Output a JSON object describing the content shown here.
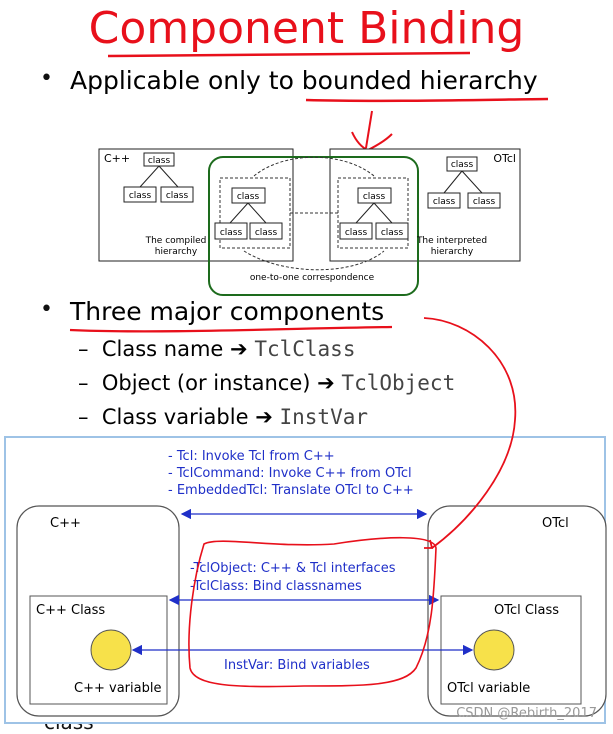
{
  "slide": {
    "title": "Component Binding",
    "bullet1": "Applicable only to bounded hierarchy",
    "bullet2": "Three major components",
    "sub_items": [
      {
        "label": "Class name",
        "arrow": "➔",
        "code": "TclClass"
      },
      {
        "label": "Object (or instance)",
        "arrow": "➔",
        "code": "TclObject"
      },
      {
        "label": "Class variable",
        "arrow": "➔",
        "code": "InstVar"
      }
    ],
    "partial_word": "class"
  },
  "hierarchy_figure": {
    "cpp_label": "C++",
    "otcl_label": "OTcl",
    "node_label": "class",
    "compiled_line1": "The compiled",
    "compiled_line2": "hierarchy",
    "interpreted_line1": "The interpreted",
    "interpreted_line2": "hierarchy",
    "correspondence": "one-to-one correspondence"
  },
  "binding_diagram": {
    "top_notes": [
      "- Tcl: Invoke Tcl from C++",
      "- TclCommand: Invoke C++ from OTcl",
      "- EmbeddedTcl: Translate OTcl to C++"
    ],
    "cpp_title": "C++",
    "otcl_title": "OTcl",
    "cpp_class": "C++ Class",
    "otcl_class": "OTcl Class",
    "cpp_variable": "C++ variable",
    "otcl_variable": "OTcl variable",
    "mid_note1": "-TclObject: C++ & Tcl interfaces",
    "mid_note2": "-TclClass: Bind classnames",
    "instvar_note": "InstVar: Bind variables"
  },
  "watermark": "CSDN @Rebirth_2017",
  "colors": {
    "title_red": "#e8101b",
    "annotation_red": "#e8101b",
    "note_blue": "#1f2fc8",
    "circle_yellow": "#f7e14a",
    "highlight_green": "#1d6b1d",
    "overlay_border": "#9ec3e6"
  }
}
